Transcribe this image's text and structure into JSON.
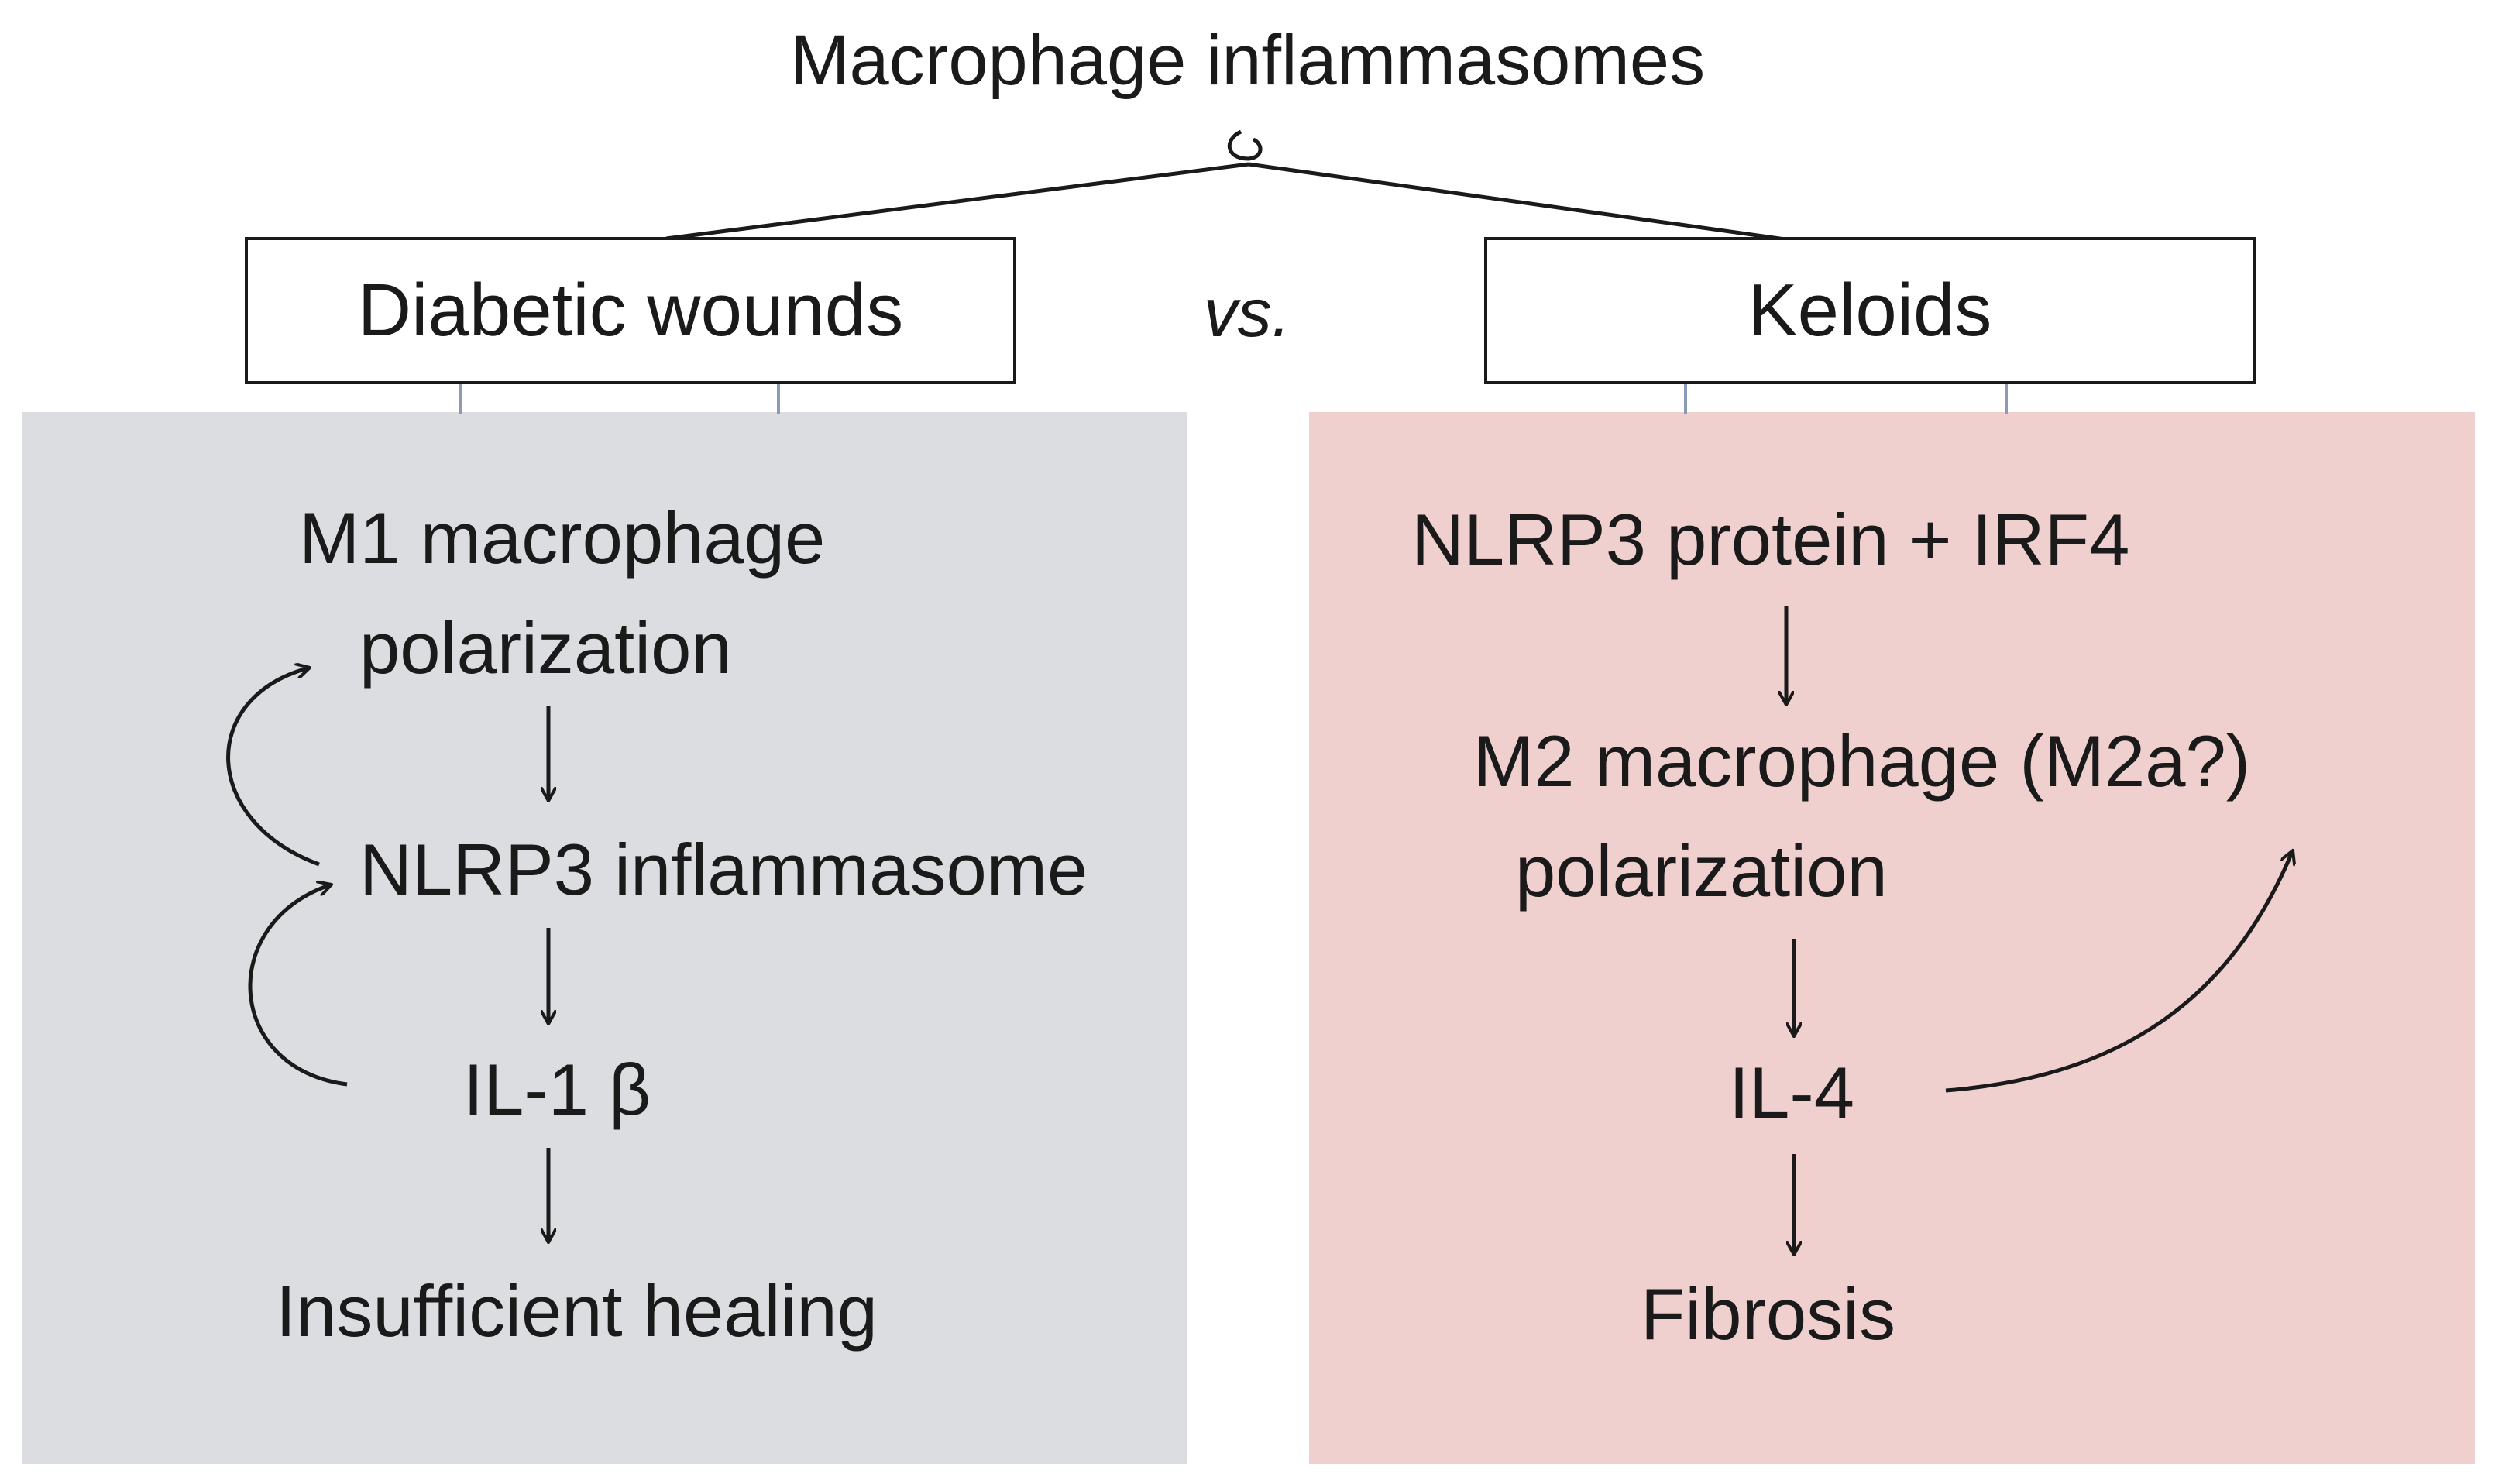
{
  "title": "Macrophage inflammasomes",
  "comparison": "vs.",
  "colors": {
    "left_panel": "#dcdde0",
    "right_panel": "#efd0cf",
    "line": "#1a1a1a"
  },
  "left": {
    "header": "Diabetic wounds",
    "nodes": {
      "polarization_line1": "M1 macrophage",
      "polarization_line2": "polarization",
      "inflammasome": "NLRP3 inflammasome",
      "cytokine": "IL-1 β",
      "outcome": "Insufficient healing"
    }
  },
  "right": {
    "header": "Keloids",
    "nodes": {
      "trigger": "NLRP3 protein + IRF4",
      "polarization_line1": "M2 macrophage (M2a?)",
      "polarization_line2": "polarization",
      "cytokine": "IL-4",
      "outcome": "Fibrosis"
    }
  }
}
